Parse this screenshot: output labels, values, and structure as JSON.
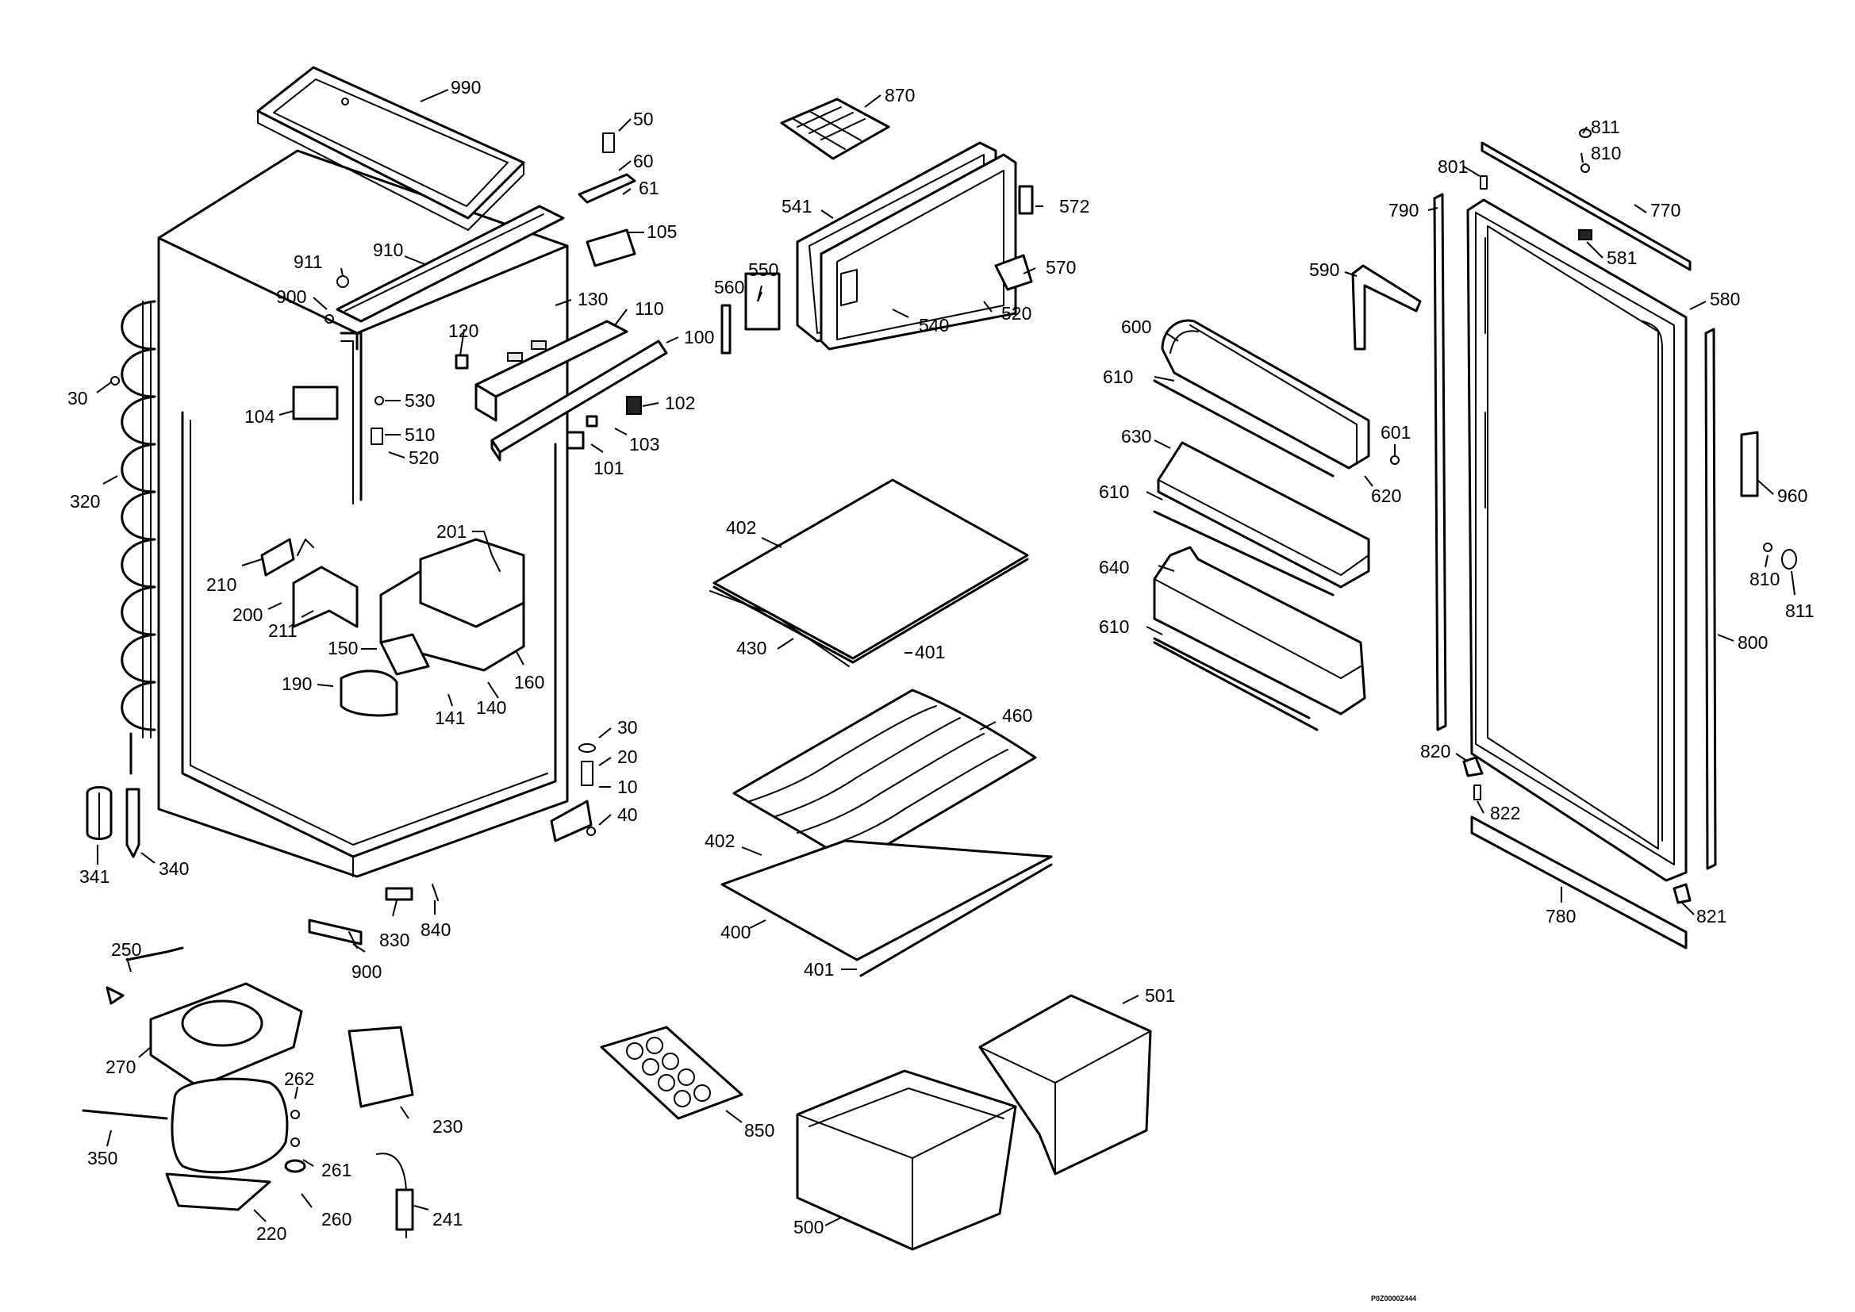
{
  "title": "",
  "document_id": "P0Z0000Z444",
  "callouts": {
    "c990": "990",
    "c50": "50",
    "c60": "60",
    "c61": "61",
    "c105": "105",
    "c911": "911",
    "c910": "910",
    "c900a": "900",
    "c130": "130",
    "c120": "120",
    "c110": "110",
    "c100": "100",
    "c30a": "30",
    "c530": "530",
    "c104": "104",
    "c510": "510",
    "c520a": "520",
    "c102": "102",
    "c103": "103",
    "c101": "101",
    "c320": "320",
    "c201": "201",
    "c210": "210",
    "c200": "200",
    "c211": "211",
    "c150": "150",
    "c160": "160",
    "c190": "190",
    "c141": "141",
    "c140": "140",
    "c30b": "30",
    "c20": "20",
    "c10": "10",
    "c40": "40",
    "c341": "341",
    "c340": "340",
    "c830": "830",
    "c840": "840",
    "c900b": "900",
    "c250": "250",
    "c270": "270",
    "c262": "262",
    "c230": "230",
    "c350": "350",
    "c261": "261",
    "c260": "260",
    "c241": "241",
    "c220": "220",
    "c870": "870",
    "c541": "541",
    "c572": "572",
    "c560": "560",
    "c550": "550",
    "c570": "570",
    "c520b": "520",
    "c540": "540",
    "c402a": "402",
    "c430": "430",
    "c401a": "401",
    "c460": "460",
    "c402b": "402",
    "c400": "400",
    "c401b": "401",
    "c850": "850",
    "c501": "501",
    "c500": "500",
    "c600": "600",
    "c610a": "610",
    "c630": "630",
    "c610b": "610",
    "c601": "601",
    "c620": "620",
    "c640": "640",
    "c610c": "610",
    "c590": "590",
    "c811a": "811",
    "c810a": "810",
    "c801": "801",
    "c790": "790",
    "c770": "770",
    "c581": "581",
    "c580": "580",
    "c960": "960",
    "c810b": "810",
    "c811b": "811",
    "c800": "800",
    "c820": "820",
    "c822": "822",
    "c780": "780",
    "c821": "821"
  }
}
